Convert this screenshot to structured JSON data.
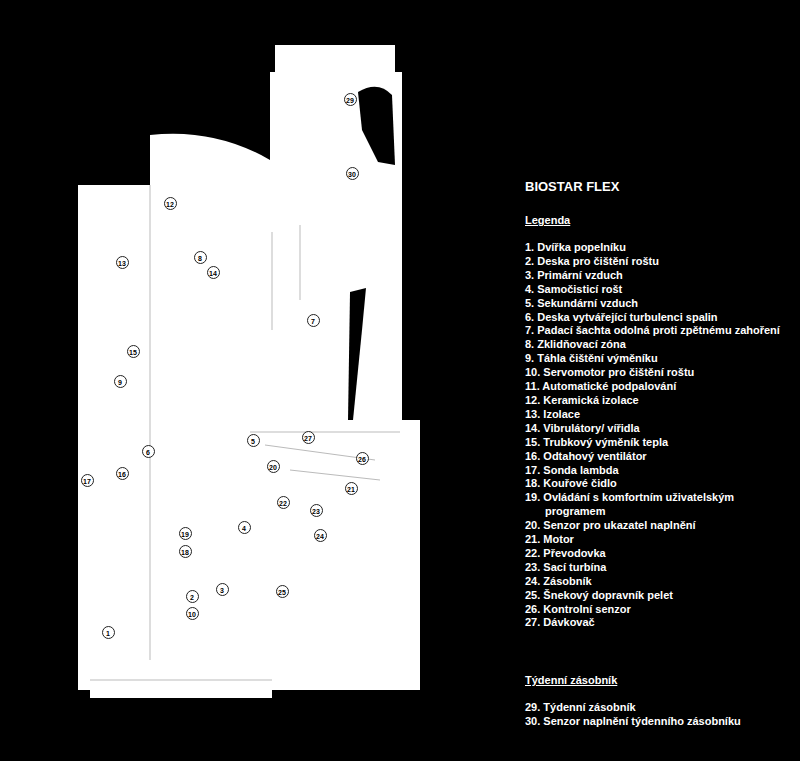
{
  "diagram": {
    "title": "BIOSTAR FLEX",
    "labels": [
      "Legenda",
      "1. Dvířka popelníku",
      "2. Deska pro čištění roštu",
      "3. Primární vzduch",
      "4. Samočisticí rošt",
      "5. Sekundární vzduch",
      "6. Deska vytvářející turbulenci spalin",
      "7. Padací šachta odolná proti zpětnému zahoření",
      "8. Zklidňovací zóna",
      "9. Táhla čištění výměníku",
      "10. Servomotor pro čištění roštu",
      "11. Automatické podpalování",
      "12. Keramická izolace",
      "13. Izolace",
      "14. Vibrulátory/ vířidla",
      "15. Trubkový výměník tepla",
      "16. Odtahový ventilátor",
      "17. Sonda lambda",
      "18. Kouřové čidlo",
      "19. Ovládání s komfortním uživatelským programem",
      "20. Senzor pro ukazatel naplnění",
      "21. Motor",
      "22. Převodovka",
      "23. Sací turbína",
      "24. Zásobník",
      "25. Šnekový dopravník pelet",
      "26. Kontrolní senzor",
      "27. Dávkovač",
      "Týdenní zásobník",
      "29. Týdenní zásobník",
      "30. Senzor naplnění týdenního zásobníku",
      "29",
      "30",
      "12",
      "13",
      "8",
      "14",
      "7",
      "15",
      "9",
      "6",
      "5",
      "27",
      "26",
      "16",
      "17",
      "20",
      "21",
      "22",
      "23",
      "4",
      "24",
      "19",
      "18",
      "3",
      "25",
      "2",
      "10",
      "1"
    ]
  }
}
